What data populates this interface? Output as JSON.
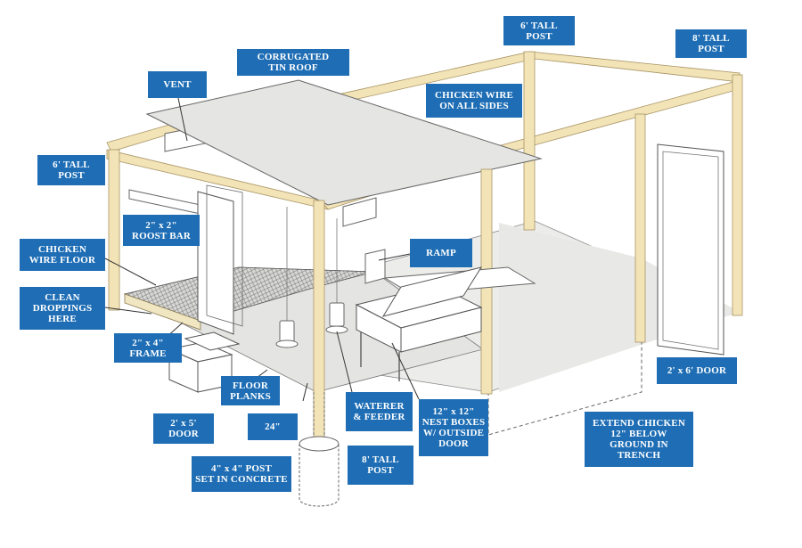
{
  "diagram": {
    "labels": {
      "six_tall_post_top": [
        "6' TALL",
        "POST"
      ],
      "eight_tall_post_top": [
        "8' TALL",
        "POST"
      ],
      "corrugated_roof": [
        "CORRUGATED",
        "TIN ROOF"
      ],
      "vent": [
        "VENT"
      ],
      "chicken_wire_sides": [
        "CHICKEN WIRE",
        "ON ALL SIDES"
      ],
      "six_tall_post_left": [
        "6' TALL",
        "POST"
      ],
      "roost_bar": [
        "2\" x 2\"",
        "ROOST BAR"
      ],
      "chicken_wire_floor": [
        "CHICKEN",
        "WIRE FLOOR"
      ],
      "ramp": [
        "RAMP"
      ],
      "clean_droppings": [
        "CLEAN",
        "DROPPINGS",
        "HERE"
      ],
      "frame": [
        "2\" x 4\"",
        "FRAME"
      ],
      "two_by_six_door": [
        "2' x 6' DOOR"
      ],
      "floor_planks": [
        "FLOOR",
        "PLANKS"
      ],
      "waterer_feeder": [
        "WATERER",
        "& FEEDER"
      ],
      "nest_boxes": [
        "12\" x 12\"",
        "NEST BOXES",
        "W/ OUTSIDE",
        "DOOR"
      ],
      "extend_wire": [
        "EXTEND CHICKEN",
        "12\" BELOW",
        "GROUND IN",
        "TRENCH"
      ],
      "two_by_five_door": [
        "2' x 5'",
        "DOOR"
      ],
      "depth_24": [
        "24\""
      ],
      "eight_tall_post_bottom": [
        "8' TALL",
        "POST"
      ],
      "concrete_post": [
        "4\" x 4\" POST",
        "SET IN CONCRETE"
      ]
    },
    "colors": {
      "label_bg": "#1f6eb5",
      "label_text": "#ffffff",
      "lumber": "#f3e4b8",
      "lumber_edge": "#a89464",
      "roof": "#e6e6e4",
      "floor": "#e8e8e6",
      "outline": "#444444"
    }
  }
}
